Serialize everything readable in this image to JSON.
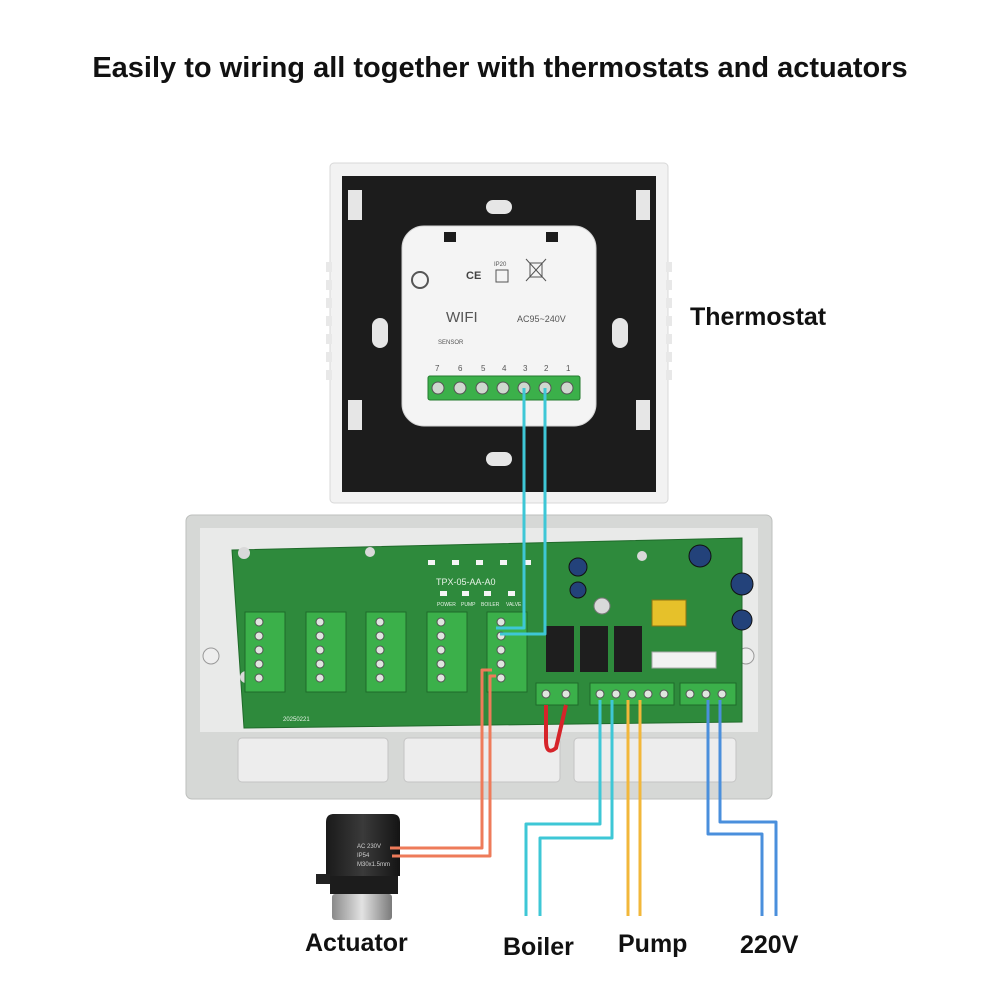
{
  "title": "Easily to wiring all together with thermostats and actuators",
  "labels": {
    "thermostat": "Thermostat",
    "actuator": "Actuator",
    "boiler": "Boiler",
    "pump": "Pump",
    "voltage": "220V"
  },
  "thermostat_device": {
    "wifi_text": "WIFI",
    "voltage_text": "AC95~240V",
    "ce_mark": "CE",
    "ip_rating": "IP20",
    "sensor_text": "SENSOR",
    "terminal_numbers": [
      "7",
      "6",
      "5",
      "4",
      "3",
      "2",
      "1"
    ]
  },
  "controller_board": {
    "model_text": "TPX-05-AA-A0",
    "indicator_labels": [
      "POWER",
      "PUMP",
      "BOILER",
      "VALVE"
    ],
    "date_text": "20250221"
  },
  "actuator_device": {
    "spec_lines": [
      "AC 230V",
      "IP54",
      "M30x1.5mm"
    ]
  },
  "colors": {
    "thermostat_wire": "#3ec7d6",
    "actuator_wire": "#ee7b5a",
    "boiler_wire": "#3ec7d6",
    "pump_wire": "#f2b73a",
    "power_wire": "#4a8fdc",
    "pcb_green": "#2e8a3c",
    "terminal_green": "#3bb04a",
    "thermostat_frame": "#1c1c1c"
  }
}
